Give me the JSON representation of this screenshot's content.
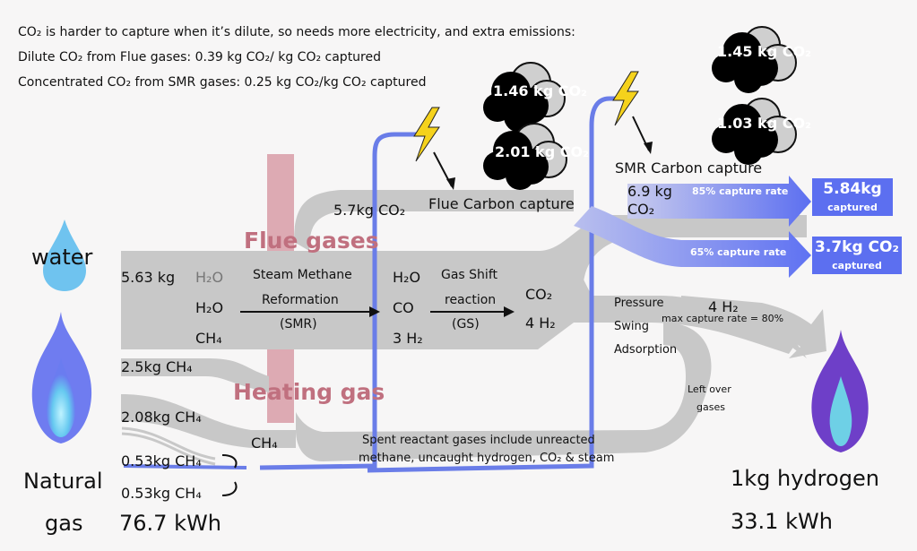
{
  "intro": {
    "line1": "CO₂ is harder to capture when it’s dilute, so needs more electricity, and extra emissions:",
    "line2": "Dilute CO₂ from Flue gases: 0.39 kg CO₂/ kg CO₂ captured",
    "line3": "Concentrated CO₂ from SMR gases:  0.25 kg CO₂/kg CO₂ captured"
  },
  "inputs": {
    "water_label": "water",
    "water_amount": "5.63 kg",
    "water_formula": "H₂O",
    "natural_gas_line1": "Natural",
    "natural_gas_line2": "gas",
    "natural_gas_energy": "76.7 kWh",
    "ch4_flows": [
      "2.5kg CH₄",
      "2.08kg CH₄",
      "0.53kg CH₄",
      "0.53kg CH₄"
    ],
    "ch4_heating": "CH₄"
  },
  "regions": {
    "flue_gases": "Flue gases",
    "heating_gas": "Heating gas"
  },
  "smr": {
    "title_line1": "Steam Methane",
    "title_line2": "Reformation",
    "abbrev": "(SMR)",
    "inputs": [
      "H₂O",
      "CH₄"
    ],
    "outputs": [
      "H₂O",
      "CO",
      "3 H₂"
    ]
  },
  "gs": {
    "title_line1": "Gas Shift",
    "title_line2": "reaction",
    "abbrev": "(GS)",
    "outputs": [
      "CO₂",
      "4 H₂"
    ]
  },
  "flue_capture": {
    "label": "Flue Carbon capture",
    "co2_flow": "5.7kg CO₂",
    "cloud_electricity": "1.46 kg CO₂",
    "cloud_residual": "2.01 kg CO₂",
    "rate": "65% capture rate",
    "captured_value": "3.7kg CO₂",
    "captured_label": "captured"
  },
  "smr_capture": {
    "label": "SMR Carbon capture",
    "co2_line1": "6.9 kg",
    "co2_line2": "CO₂",
    "cloud_electricity": "1.45 kg CO₂",
    "cloud_residual": "1.03 kg CO₂",
    "rate": "85% capture rate",
    "captured_value": "5.84kg",
    "captured_label": "captured"
  },
  "psa": {
    "line1": "Pressure",
    "line2": "Swing",
    "line3": "Adsorption",
    "h2": "4 H₂",
    "max_rate": "max capture rate = 80%",
    "leftover_line1": "Left over",
    "leftover_line2": "gases",
    "spent_line1": "Spent reactant gases include unreacted",
    "spent_line2": "methane, uncaught hydrogen, CO₂ & steam"
  },
  "output": {
    "label": "1kg hydrogen",
    "energy": "33.1 kWh"
  },
  "colors": {
    "flow_gray": "#c8c8c8",
    "flue_pink": "#d4909c",
    "electric_blue": "#6a7de8",
    "capture_blue": "#6f7ef0",
    "bolt_yellow": "#f5d21c"
  }
}
